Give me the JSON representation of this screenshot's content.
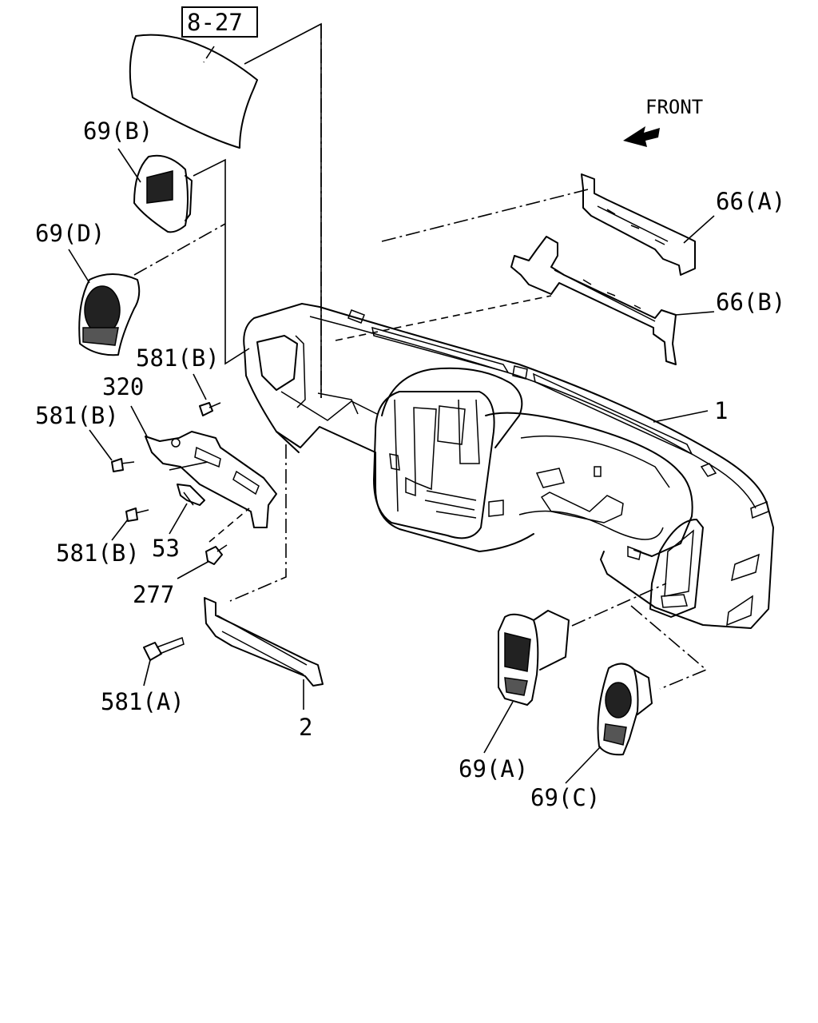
{
  "diagram": {
    "ref_box": "8-27",
    "front_label": "FRONT",
    "labels": {
      "p69b": "69(B)",
      "p69d": "69(D)",
      "p66a": "66(A)",
      "p66b": "66(B)",
      "p581b_1": "581(B)",
      "p320": "320",
      "p581b_2": "581(B)",
      "p1": "1",
      "p581b_3": "581(B)",
      "p53": "53",
      "p277": "277",
      "p581a": "581(A)",
      "p2": "2",
      "p69a": "69(A)",
      "p69c": "69(C)"
    }
  }
}
